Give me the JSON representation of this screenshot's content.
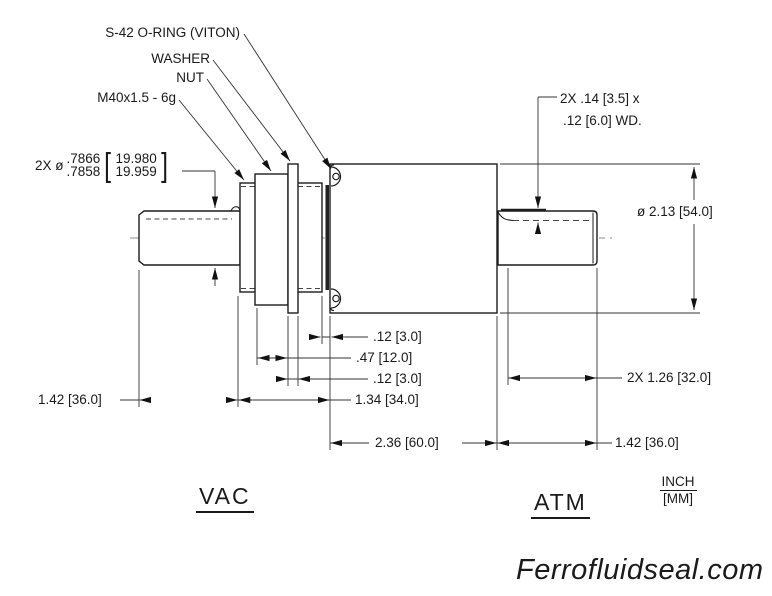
{
  "drawing": {
    "callouts": {
      "oring": "S-42 O-RING (VITON)",
      "washer": "WASHER",
      "nut": "NUT",
      "thread": "M40x1.5 - 6g"
    },
    "groove_note": {
      "line1": "2X .14 [3.5] x",
      "line2": ".12 [6.0] WD."
    },
    "shaft_dia_note": {
      "prefix": "2X ø",
      "inch_upper": ".7866",
      "inch_lower": ".7858",
      "bracket_open": "[",
      "mm_upper": "19.980",
      "mm_lower": "19.959",
      "bracket_close": "]"
    },
    "dimensions": {
      "body_dia": "ø 2.13 [54.0]",
      "oring_gap": ".12 [3.0]",
      "nut_width": ".47 [12.0]",
      "washer_thickness": ".12 [3.0]",
      "flange_length": "1.34 [34.0]",
      "left_shaft_length": "1.42 [36.0]",
      "right_groove_length": "2X 1.26 [32.0]",
      "body_length": "2.36 [60.0]",
      "right_shaft_length": "1.42 [36.0]"
    },
    "zones": {
      "vac": "VAC",
      "atm": "ATM"
    },
    "units_note": {
      "upper": "INCH",
      "lower": "[MM]"
    },
    "watermark": "Ferrofluidseal.com"
  }
}
